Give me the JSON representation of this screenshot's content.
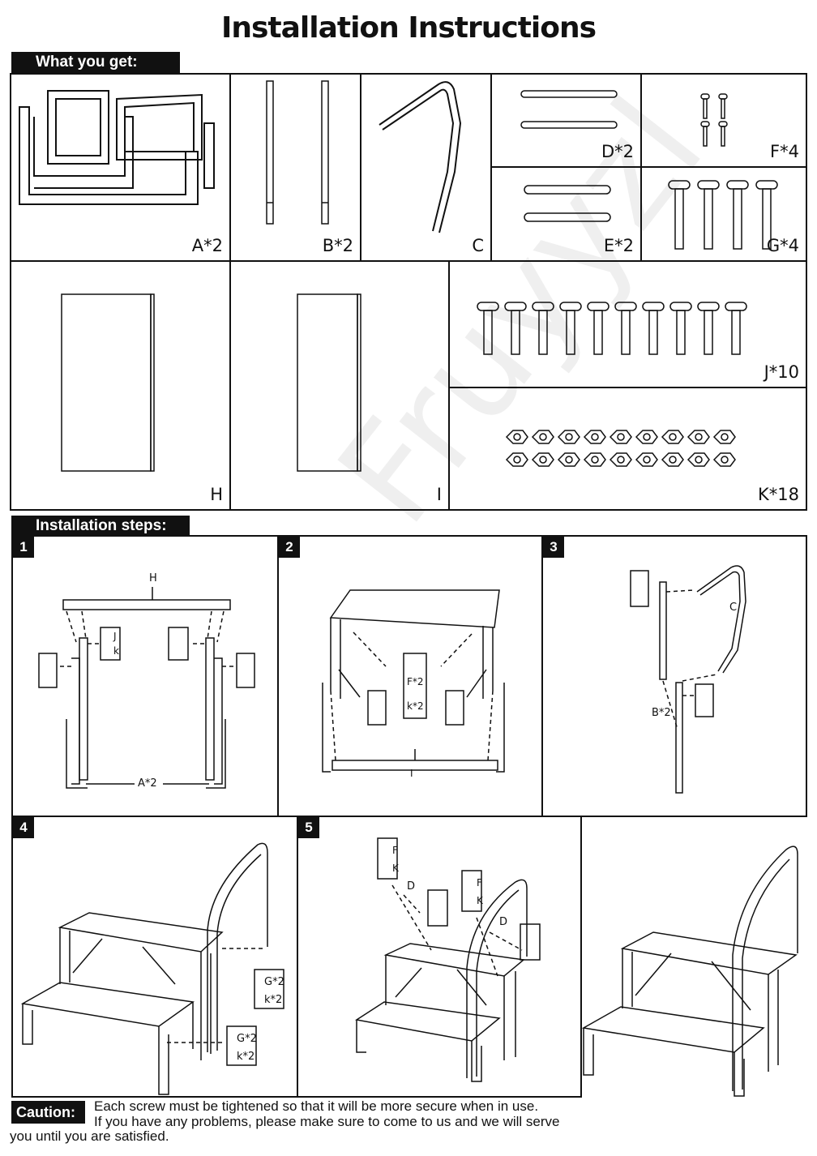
{
  "title": "Installation Instructions",
  "what_you_get": "What you get:",
  "installation_steps": "Installation steps:",
  "parts": [
    {
      "label": "A*2"
    },
    {
      "label": "B*2"
    },
    {
      "label": "C"
    },
    {
      "label": "D*2"
    },
    {
      "label": "F*4"
    },
    {
      "label": "E*2"
    },
    {
      "label": "G*4"
    },
    {
      "label": "H"
    },
    {
      "label": "I"
    },
    {
      "label": "J*10"
    },
    {
      "label": "K*18"
    }
  ],
  "steps": [
    "1",
    "2",
    "3",
    "4",
    "5"
  ],
  "callouts": {
    "h": "H",
    "a2": "A*2",
    "i": "I",
    "c": "C",
    "b2": "B*2",
    "d": "D",
    "j": "J",
    "k": "k",
    "kup": "K",
    "f": "F",
    "f2": "F*2",
    "k2": "k*2",
    "g2": "G*2"
  },
  "caution": {
    "label": "Caution:",
    "line1": "Each screw must be tightened so that it will be more secure when in use.",
    "line2": "If you have any problems, please make sure to come to us and we will serve",
    "line3": "you until you are satisfied."
  },
  "watermark": "Fruyyzl"
}
